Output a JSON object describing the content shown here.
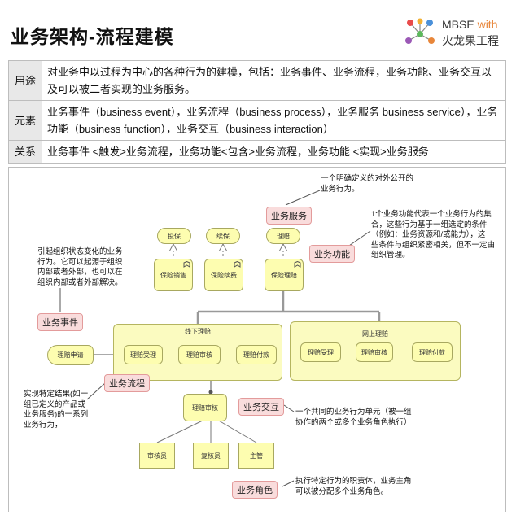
{
  "header": {
    "title": "业务架构-流程建模",
    "brand_line1_a": "MBSE",
    "brand_line1_b": " with",
    "brand_line2": "火龙果工程",
    "brand_accent": "#e8863a"
  },
  "table": {
    "rows": [
      {
        "label": "用途",
        "text": "对业务中以过程为中心的各种行为的建模，包括：业务事件、业务流程，业务功能、业务交互以及可以被二者实现的业务服务。"
      },
      {
        "label": "元素",
        "text": "业务事件（business event），业务流程（business process），业务服务 business service），业务功能（business function），业务交互（business interaction）"
      },
      {
        "label": "关系",
        "text": "业务事件 <触发>业务流程，业务功能<包含>业务流程，业务功能 <实现>业务服务"
      }
    ]
  },
  "diagram": {
    "colors": {
      "element_fill": "#fdfdb0",
      "tag_fill": "#f9dcdc",
      "tag_border": "#e39b9b"
    },
    "services": [
      "投保",
      "续保",
      "理赔"
    ],
    "functions": [
      "保险销售",
      "保险续费",
      "保险理赔"
    ],
    "event": "理赔申请",
    "offline_group": "线下理赔",
    "offline_steps": [
      "理赔受理",
      "理赔审核",
      "理赔付款"
    ],
    "online_group": "网上理赔",
    "online_steps": [
      "理赔受理",
      "理赔审核",
      "理赔付款"
    ],
    "interaction": "理赔审核",
    "roles": [
      "审核员",
      "复核员",
      "主管"
    ],
    "tags": {
      "service": "业务服务",
      "function": "业务功能",
      "event": "业务事件",
      "process": "业务流程",
      "interaction": "业务交互",
      "role": "业务角色"
    },
    "notes": {
      "service": "一个明确定义的对外公开的\n业务行为。",
      "function": "1个业务功能代表一个业务行为的集\n合，这些行为基于一组选定的条件\n（例如：业务资源和/或能力），这\n些条件与组织紧密相关，但不一定由\n组织管理。",
      "event": "引起组织状态变化的业务\n行为。它可以起源于组织\n内部或者外部，也可以在\n组织内部或者外部解决。",
      "process": "实现特定结果(如一\n组已定义的产品或\n业务服务)的一系列\n业务行为，",
      "interaction": "一个共同的业务行为单元（被一组\n协作的两个或多个业务角色执行）",
      "role": "执行特定行为的职责体，业务主角\n可以被分配多个业务角色。"
    }
  }
}
